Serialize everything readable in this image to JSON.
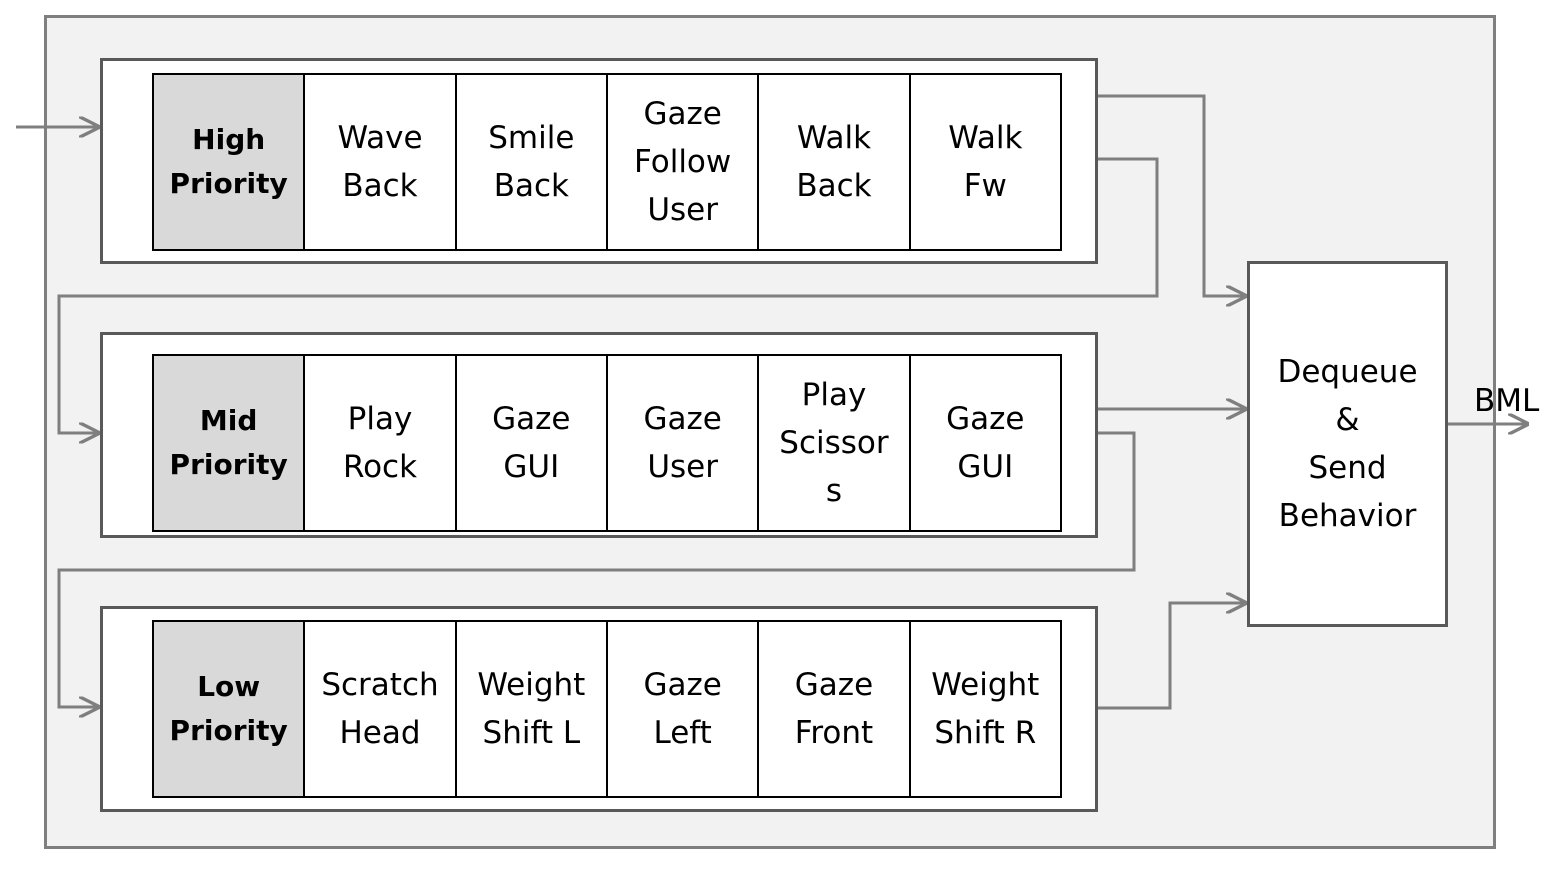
{
  "queues": [
    {
      "id": "high",
      "label": [
        "High",
        "Priority"
      ],
      "items": [
        [
          "Wave",
          "Back"
        ],
        [
          "Smile",
          "Back"
        ],
        [
          "Gaze",
          "Follow",
          "User"
        ],
        [
          "Walk",
          "Back"
        ],
        [
          "Walk",
          "Fw"
        ]
      ]
    },
    {
      "id": "mid",
      "label": [
        "Mid",
        "Priority"
      ],
      "items": [
        [
          "Play",
          "Rock"
        ],
        [
          "Gaze",
          "GUI"
        ],
        [
          "Gaze",
          "User"
        ],
        [
          "Play",
          "Scissor",
          "s"
        ],
        [
          "Gaze",
          "GUI"
        ]
      ]
    },
    {
      "id": "low",
      "label": [
        "Low",
        "Priority"
      ],
      "items": [
        [
          "Scratch",
          "Head"
        ],
        [
          "Weight",
          "Shift L"
        ],
        [
          "Gaze",
          "Left"
        ],
        [
          "Gaze",
          "Front"
        ],
        [
          "Weight",
          "Shift R"
        ]
      ]
    }
  ],
  "sender": {
    "lines": [
      "Dequeue",
      "&",
      "Send",
      "Behavior"
    ]
  },
  "output_label": "BML",
  "colors": {
    "frame_bg": "#f2f2f2",
    "frame_border": "#7f7f7f",
    "header_fill": "#d9d9d9",
    "connector": "#7f7f7f"
  }
}
